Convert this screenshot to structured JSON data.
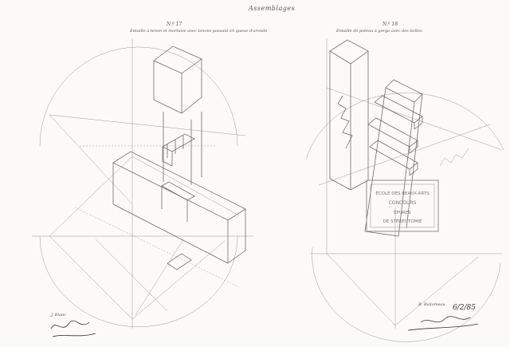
{
  "sheet": {
    "title": "Assemblages",
    "fig1": {
      "number": "N.º 17",
      "caption": "Entaille à tenon et mortaise avec tenons passant en queue d'aronde"
    },
    "fig2": {
      "number": "N.º 18",
      "caption": "Entaille de poteau à gorge avec des boîtes"
    },
    "stamp": {
      "lines": [
        "ÉCOLE DES BEAUX-ARTS",
        "CONCOURS",
        "ÉPURES",
        "DE STÉRÉOTOMIE"
      ]
    },
    "signature_left": {
      "name": "J. Blanc"
    },
    "signature_right": {
      "name": "B. Ballomeau",
      "date": "6/2/85"
    }
  },
  "colors": {
    "paper": "#fbfaf6",
    "line": "#6f6f6f",
    "stamp": "#8e8e8e"
  }
}
